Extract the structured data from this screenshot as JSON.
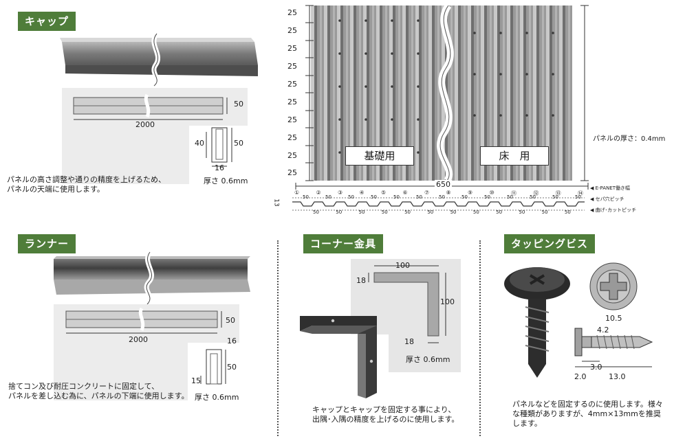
{
  "cap": {
    "tag": "キャップ",
    "dims": {
      "length": "2000",
      "height": "50",
      "flange_height": "50",
      "inner": "40",
      "width": "16",
      "thickness": "厚さ 0.6mm"
    },
    "description": "パネルの高さ調整や通りの精度を上げるため、\nパネルの天端に使用します。"
  },
  "panel": {
    "row_heights": [
      "25",
      "25",
      "25",
      "25",
      "25",
      "25",
      "25",
      "25",
      "25",
      "25"
    ],
    "label_foundation": "基礎用",
    "label_floor": "床　用",
    "width": "650",
    "thickness_note": "パネルの厚さ：0.4mm",
    "side_height": "13",
    "pitch_top": [
      "50",
      "50",
      "50",
      "50",
      "50",
      "50",
      "50",
      "50",
      "50",
      "50",
      "50",
      "50",
      "50"
    ],
    "pitch_bottom": [
      "50",
      "50",
      "50",
      "50",
      "50",
      "50",
      "50",
      "50",
      "50",
      "50",
      "50",
      "50"
    ],
    "circle_numbers": [
      "①",
      "②",
      "③",
      "④",
      "⑤",
      "⑥",
      "⑦",
      "⑧",
      "⑨",
      "⑩",
      "⑪",
      "⑫",
      "⑬",
      "⑭"
    ],
    "legend": [
      "E-PANET働き幅",
      "セパ穴ピッチ",
      "曲げ･カットピッチ"
    ]
  },
  "runner": {
    "tag": "ランナー",
    "dims": {
      "length": "2000",
      "height": "50",
      "width": "16",
      "flange_height": "50",
      "inner": "15",
      "thickness": "厚さ 0.6mm"
    },
    "description": "捨てコン及び耐圧コンクリートに固定して、\nパネルを差し込む為に、パネルの下端に使用します。"
  },
  "corner": {
    "tag": "コーナー金具",
    "dims": {
      "top": "100",
      "left": "18",
      "right": "100",
      "bottom": "18",
      "thickness": "厚さ 0.6mm"
    },
    "description": "キャップとキャップを固定する事により、\n出隅･入隅の精度を上げるのに使用します。"
  },
  "screw": {
    "tag": "タッピングビス",
    "dims": {
      "head": "10.5",
      "a": "4.2",
      "b": "3.0",
      "c": "2.0",
      "length": "13.0"
    },
    "description": "パネルなどを固定するのに使用します。様々\nな種類がありますが、4mm×13mmを推奨\nします。"
  },
  "colors": {
    "tag_green": "#4f7d3a",
    "metal": "#8a8a8a",
    "panel_gray": "#9a9a9a"
  }
}
